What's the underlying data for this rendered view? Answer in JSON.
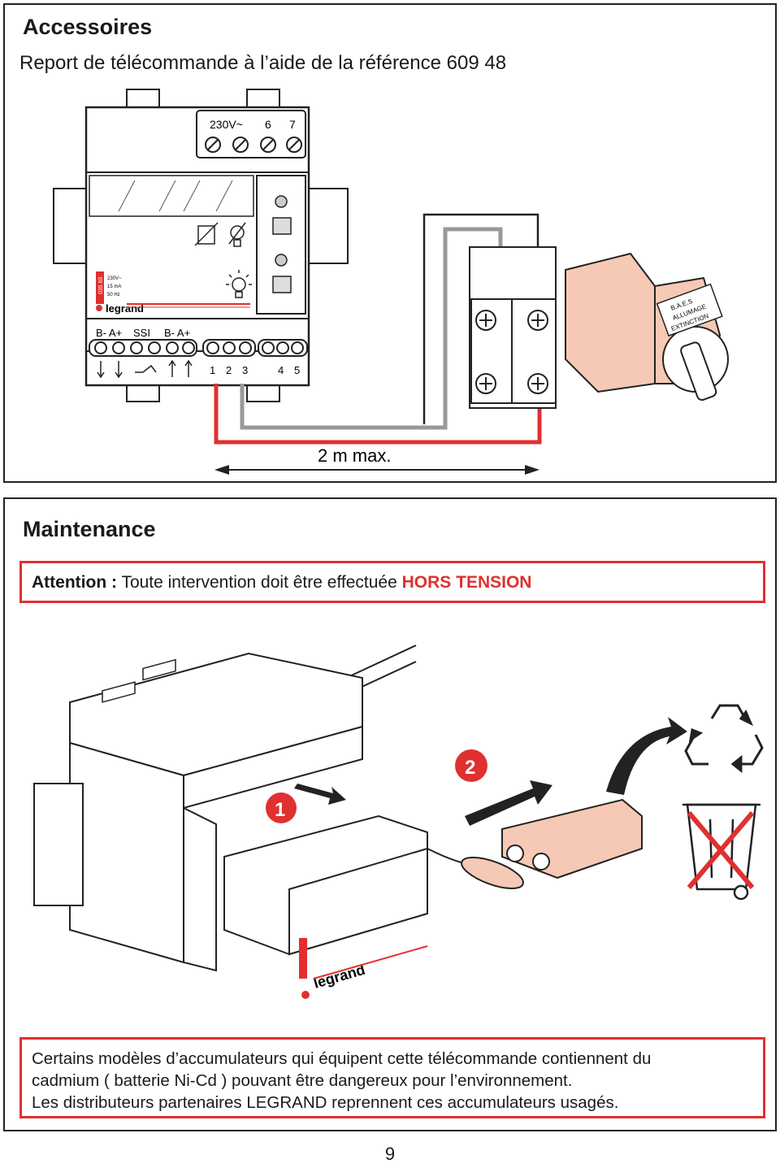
{
  "accessories": {
    "title": "Accessoires",
    "subtitle": "Report de télécommande à l’aide de la référence 609 48",
    "diagram": {
      "top_terminals": [
        "230V~",
        "6",
        "7"
      ],
      "bottom_labels": [
        "B- A+",
        "SSI",
        "B- A+"
      ],
      "bottom_numbers": [
        "1",
        "2",
        "3",
        "4",
        "5"
      ],
      "module_text": [
        "230V~",
        "15 mA",
        "50 Hz"
      ],
      "module_ref": "035 60",
      "brand": "legrand",
      "switch_labels": [
        "B.A.E.S",
        "ALLUMAGE",
        "EXTINCTION"
      ],
      "distance": "2 m max."
    }
  },
  "maintenance": {
    "title": "Maintenance",
    "attention_label": "Attention :",
    "attention_text": " Toute intervention doit être effectuée ",
    "attention_emphasis": "HORS TENSION",
    "steps": [
      "1",
      "2"
    ],
    "brand": "legrand",
    "note_lines": [
      "Certains modèles d’accumulateurs qui équipent cette télécommande contiennent du",
      "cadmium ( batterie Ni-Cd ) pouvant être dangereux pour l’environnement.",
      "Les distributeurs partenaires LEGRAND reprennent ces accumulateurs usagés."
    ]
  },
  "page_number": "9",
  "colors": {
    "accent_red": "#e03030",
    "skin": "#f5c9b5",
    "wire_gray": "#999999"
  }
}
